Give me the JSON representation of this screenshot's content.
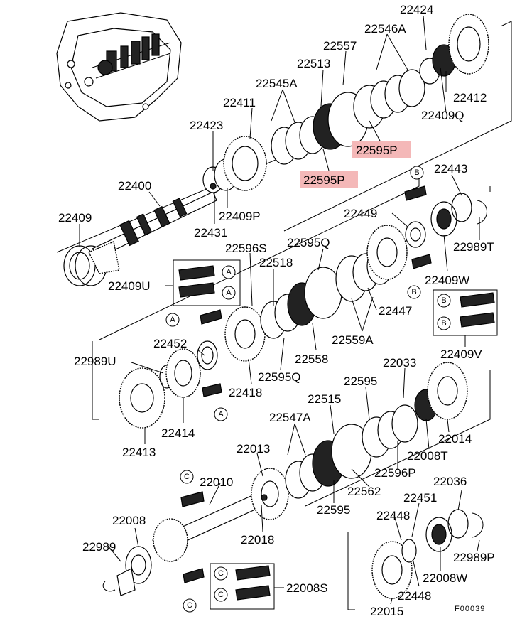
{
  "diagram": {
    "drawing_code": "F00039",
    "callouts": [
      {
        "id": "22424",
        "text": "22424"
      },
      {
        "id": "22546A",
        "text": "22546A"
      },
      {
        "id": "22557",
        "text": "22557"
      },
      {
        "id": "22513",
        "text": "22513"
      },
      {
        "id": "22545A",
        "text": "22545A"
      },
      {
        "id": "22411",
        "text": "22411"
      },
      {
        "id": "22423",
        "text": "22423"
      },
      {
        "id": "22412",
        "text": "22412"
      },
      {
        "id": "22409Q",
        "text": "22409Q"
      },
      {
        "id": "22595P_a",
        "text": "22595P",
        "highlighted": true
      },
      {
        "id": "22595P_b",
        "text": "22595P",
        "highlighted": true
      },
      {
        "id": "22400",
        "text": "22400"
      },
      {
        "id": "22409",
        "text": "22409"
      },
      {
        "id": "22409P",
        "text": "22409P"
      },
      {
        "id": "22431",
        "text": "22431"
      },
      {
        "id": "22443",
        "text": "22443"
      },
      {
        "id": "22449",
        "text": "22449"
      },
      {
        "id": "22989T",
        "text": "22989T"
      },
      {
        "id": "22595Q_a",
        "text": "22595Q"
      },
      {
        "id": "22596S",
        "text": "22596S"
      },
      {
        "id": "22518",
        "text": "22518"
      },
      {
        "id": "22409W",
        "text": "22409W"
      },
      {
        "id": "22409U",
        "text": "22409U"
      },
      {
        "id": "22447",
        "text": "22447"
      },
      {
        "id": "22559A",
        "text": "22559A"
      },
      {
        "id": "22452",
        "text": "22452"
      },
      {
        "id": "22558",
        "text": "22558"
      },
      {
        "id": "22409V",
        "text": "22409V"
      },
      {
        "id": "22989U",
        "text": "22989U"
      },
      {
        "id": "22595Q_b",
        "text": "22595Q"
      },
      {
        "id": "22033",
        "text": "22033"
      },
      {
        "id": "22418",
        "text": "22418"
      },
      {
        "id": "22595_a",
        "text": "22595"
      },
      {
        "id": "22515",
        "text": "22515"
      },
      {
        "id": "22547A",
        "text": "22547A"
      },
      {
        "id": "22414",
        "text": "22414"
      },
      {
        "id": "22014",
        "text": "22014"
      },
      {
        "id": "22013",
        "text": "22013"
      },
      {
        "id": "22008T",
        "text": "22008T"
      },
      {
        "id": "22413",
        "text": "22413"
      },
      {
        "id": "22596P",
        "text": "22596P"
      },
      {
        "id": "22010",
        "text": "22010"
      },
      {
        "id": "22036",
        "text": "22036"
      },
      {
        "id": "22562",
        "text": "22562"
      },
      {
        "id": "22451",
        "text": "22451"
      },
      {
        "id": "22008",
        "text": "22008"
      },
      {
        "id": "22595_b",
        "text": "22595"
      },
      {
        "id": "22448_a",
        "text": "22448"
      },
      {
        "id": "22018",
        "text": "22018"
      },
      {
        "id": "22989",
        "text": "22989"
      },
      {
        "id": "22989P",
        "text": "22989P"
      },
      {
        "id": "22008W",
        "text": "22008W"
      },
      {
        "id": "22008S",
        "text": "22008S"
      },
      {
        "id": "22448_b",
        "text": "22448"
      },
      {
        "id": "22015",
        "text": "22015"
      }
    ],
    "ref_marks": {
      "a": "A",
      "b": "B",
      "c": "C"
    },
    "colors": {
      "highlight": "#f4b8b8",
      "ink": "#000000"
    }
  }
}
